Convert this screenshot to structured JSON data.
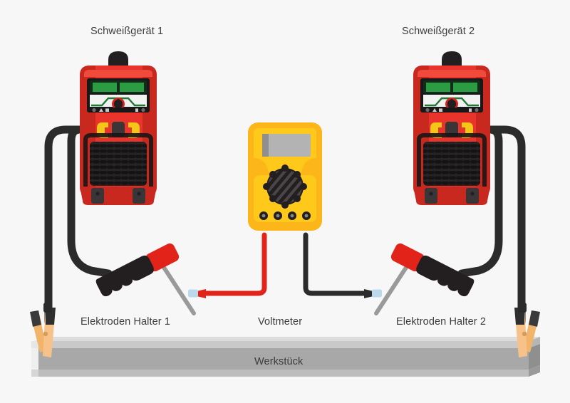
{
  "diagram": {
    "title_text_language": "de",
    "background_color": "#f7f7f7",
    "labels": {
      "welder_left": "Schweißgerät 1",
      "welder_right": "Schweißgerät 2",
      "holder_left": "Elektroden Halter 1",
      "holder_right": "Elektroden Halter 2",
      "voltmeter": "Voltmeter",
      "workpiece": "Werkstück"
    },
    "colors": {
      "welder_red": "#e8342a",
      "welder_red_dark": "#b51f18",
      "welder_black": "#231f20",
      "panel_green": "#1f7a37",
      "connector_yellow": "#f5c518",
      "meter_yellow": "#fcb61a",
      "meter_yellow_light": "#ffd21e",
      "meter_screen_gray": "#b3b3b3",
      "probe_red": "#e2231a",
      "probe_black": "#2b2b2b",
      "probe_tip_blue": "#bcd8ea",
      "clamp_orange": "#f2b46a",
      "workpiece_gray": "#a8a8a8",
      "cable_black": "#2b2b2b",
      "electrode_gray": "#9a9a9a",
      "label_text": "#3c3c3c"
    },
    "components": {
      "welders": [
        {
          "id": "welder-1",
          "side": "left",
          "handle": "top-arch-handle",
          "display": "green-segment-display",
          "knob": "red-rotary-knob",
          "connectors": [
            "yellow-connector-left",
            "yellow-connector-right"
          ],
          "vent": "ribbed-vent-grill",
          "feet": 2
        },
        {
          "id": "welder-2",
          "side": "right",
          "handle": "top-arch-handle",
          "display": "green-segment-display",
          "knob": "red-rotary-knob",
          "connectors": [
            "yellow-connector-left",
            "yellow-connector-right"
          ],
          "vent": "ribbed-vent-grill",
          "feet": 2
        }
      ],
      "voltmeter": {
        "body": "yellow-handheld-multimeter",
        "screen": "gray-lcd-screen",
        "dial": "black-rotary-dial",
        "ports": 4,
        "lead_left_color": "#e2231a",
        "lead_right_color": "#2b2b2b"
      },
      "electrode_holders": [
        {
          "id": "holder-1",
          "side": "left",
          "handle_color": "#231f20",
          "jaw_color": "#e2231a",
          "electrode_color": "#9a9a9a"
        },
        {
          "id": "holder-2",
          "side": "right",
          "handle_color": "#231f20",
          "jaw_color": "#e2231a",
          "electrode_color": "#9a9a9a"
        }
      ],
      "ground_clamps": [
        {
          "id": "clamp-1",
          "side": "left",
          "jaw_color": "#f2b46a",
          "tip_color": "#3a3a3a"
        },
        {
          "id": "clamp-2",
          "side": "right",
          "jaw_color": "#f2b46a",
          "tip_color": "#3a3a3a"
        }
      ],
      "workpiece": {
        "shape": "i-beam",
        "color": "#a8a8a8"
      }
    }
  }
}
